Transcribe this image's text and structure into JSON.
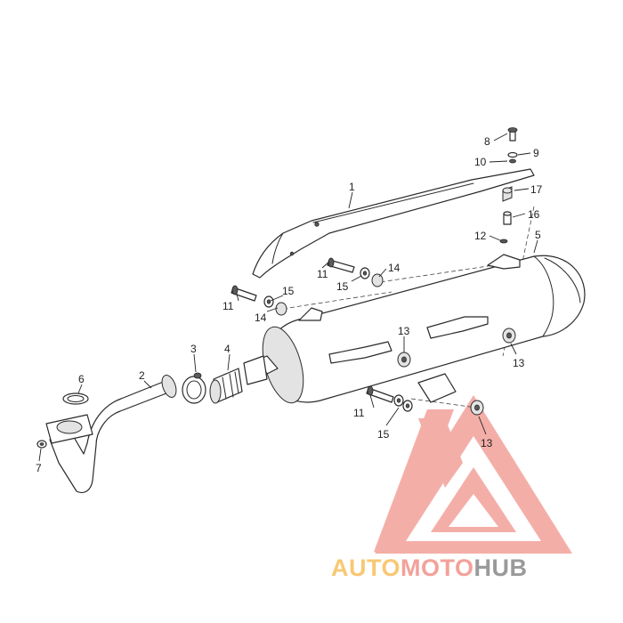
{
  "diagram": {
    "callouts": {
      "c1": "1",
      "c2": "2",
      "c3": "3",
      "c4": "4",
      "c5": "5",
      "c6": "6",
      "c7": "7",
      "c8": "8",
      "c9": "9",
      "c10": "10",
      "c11a": "11",
      "c11b": "11",
      "c11c": "11",
      "c12": "12",
      "c13a": "13",
      "c13b": "13",
      "c13c": "13",
      "c14a": "14",
      "c14b": "14",
      "c15a": "15",
      "c15b": "15",
      "c15c": "15",
      "c16": "16",
      "c17": "17"
    }
  },
  "watermark": {
    "brand_part1": "AUTO",
    "brand_part2": "MOTO",
    "brand_part3": "HUB",
    "colors": {
      "triangle": "#f3a19a",
      "auto": "#f7c874",
      "moto": "#f3a19a",
      "hub": "#9a9a9a"
    }
  }
}
